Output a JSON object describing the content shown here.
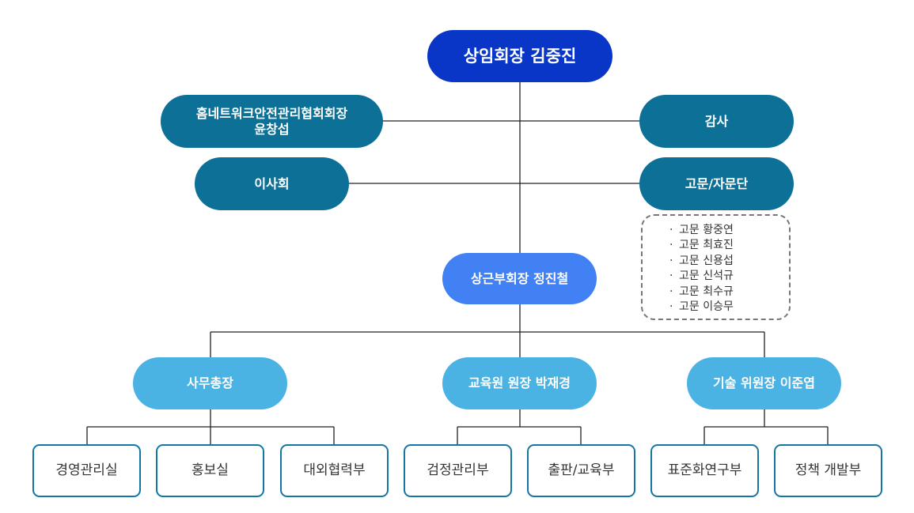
{
  "chairman": "상임회장 김중진",
  "home_network_assoc": {
    "line1": "홈네트워크안전관리협회회장",
    "line2": "윤창섭"
  },
  "auditor": "감사",
  "board": "이사회",
  "advisory_group": "고문/자문단",
  "advisors": [
    "고문 황중연",
    "고문 최효진",
    "고문 신용섭",
    "고문 신석규",
    "고문 최수규",
    "고문 이승무"
  ],
  "vice_chairman": "상근부회장 정진철",
  "divisions": [
    {
      "label": "사무총장",
      "departments": [
        "경영관리실",
        "홍보실",
        "대외협력부"
      ]
    },
    {
      "label": "교육원 원장 박재경",
      "departments": [
        "검정관리부",
        "출판/교육부"
      ]
    },
    {
      "label": "기술 위원장 이준엽",
      "departments": [
        "표준화연구부",
        "정책 개발부"
      ]
    }
  ],
  "colors": {
    "top": "#0a36c8",
    "dark": "#0d7097",
    "mid": "#4181f4",
    "light": "#4bb2e4",
    "border": "#1376a5"
  }
}
